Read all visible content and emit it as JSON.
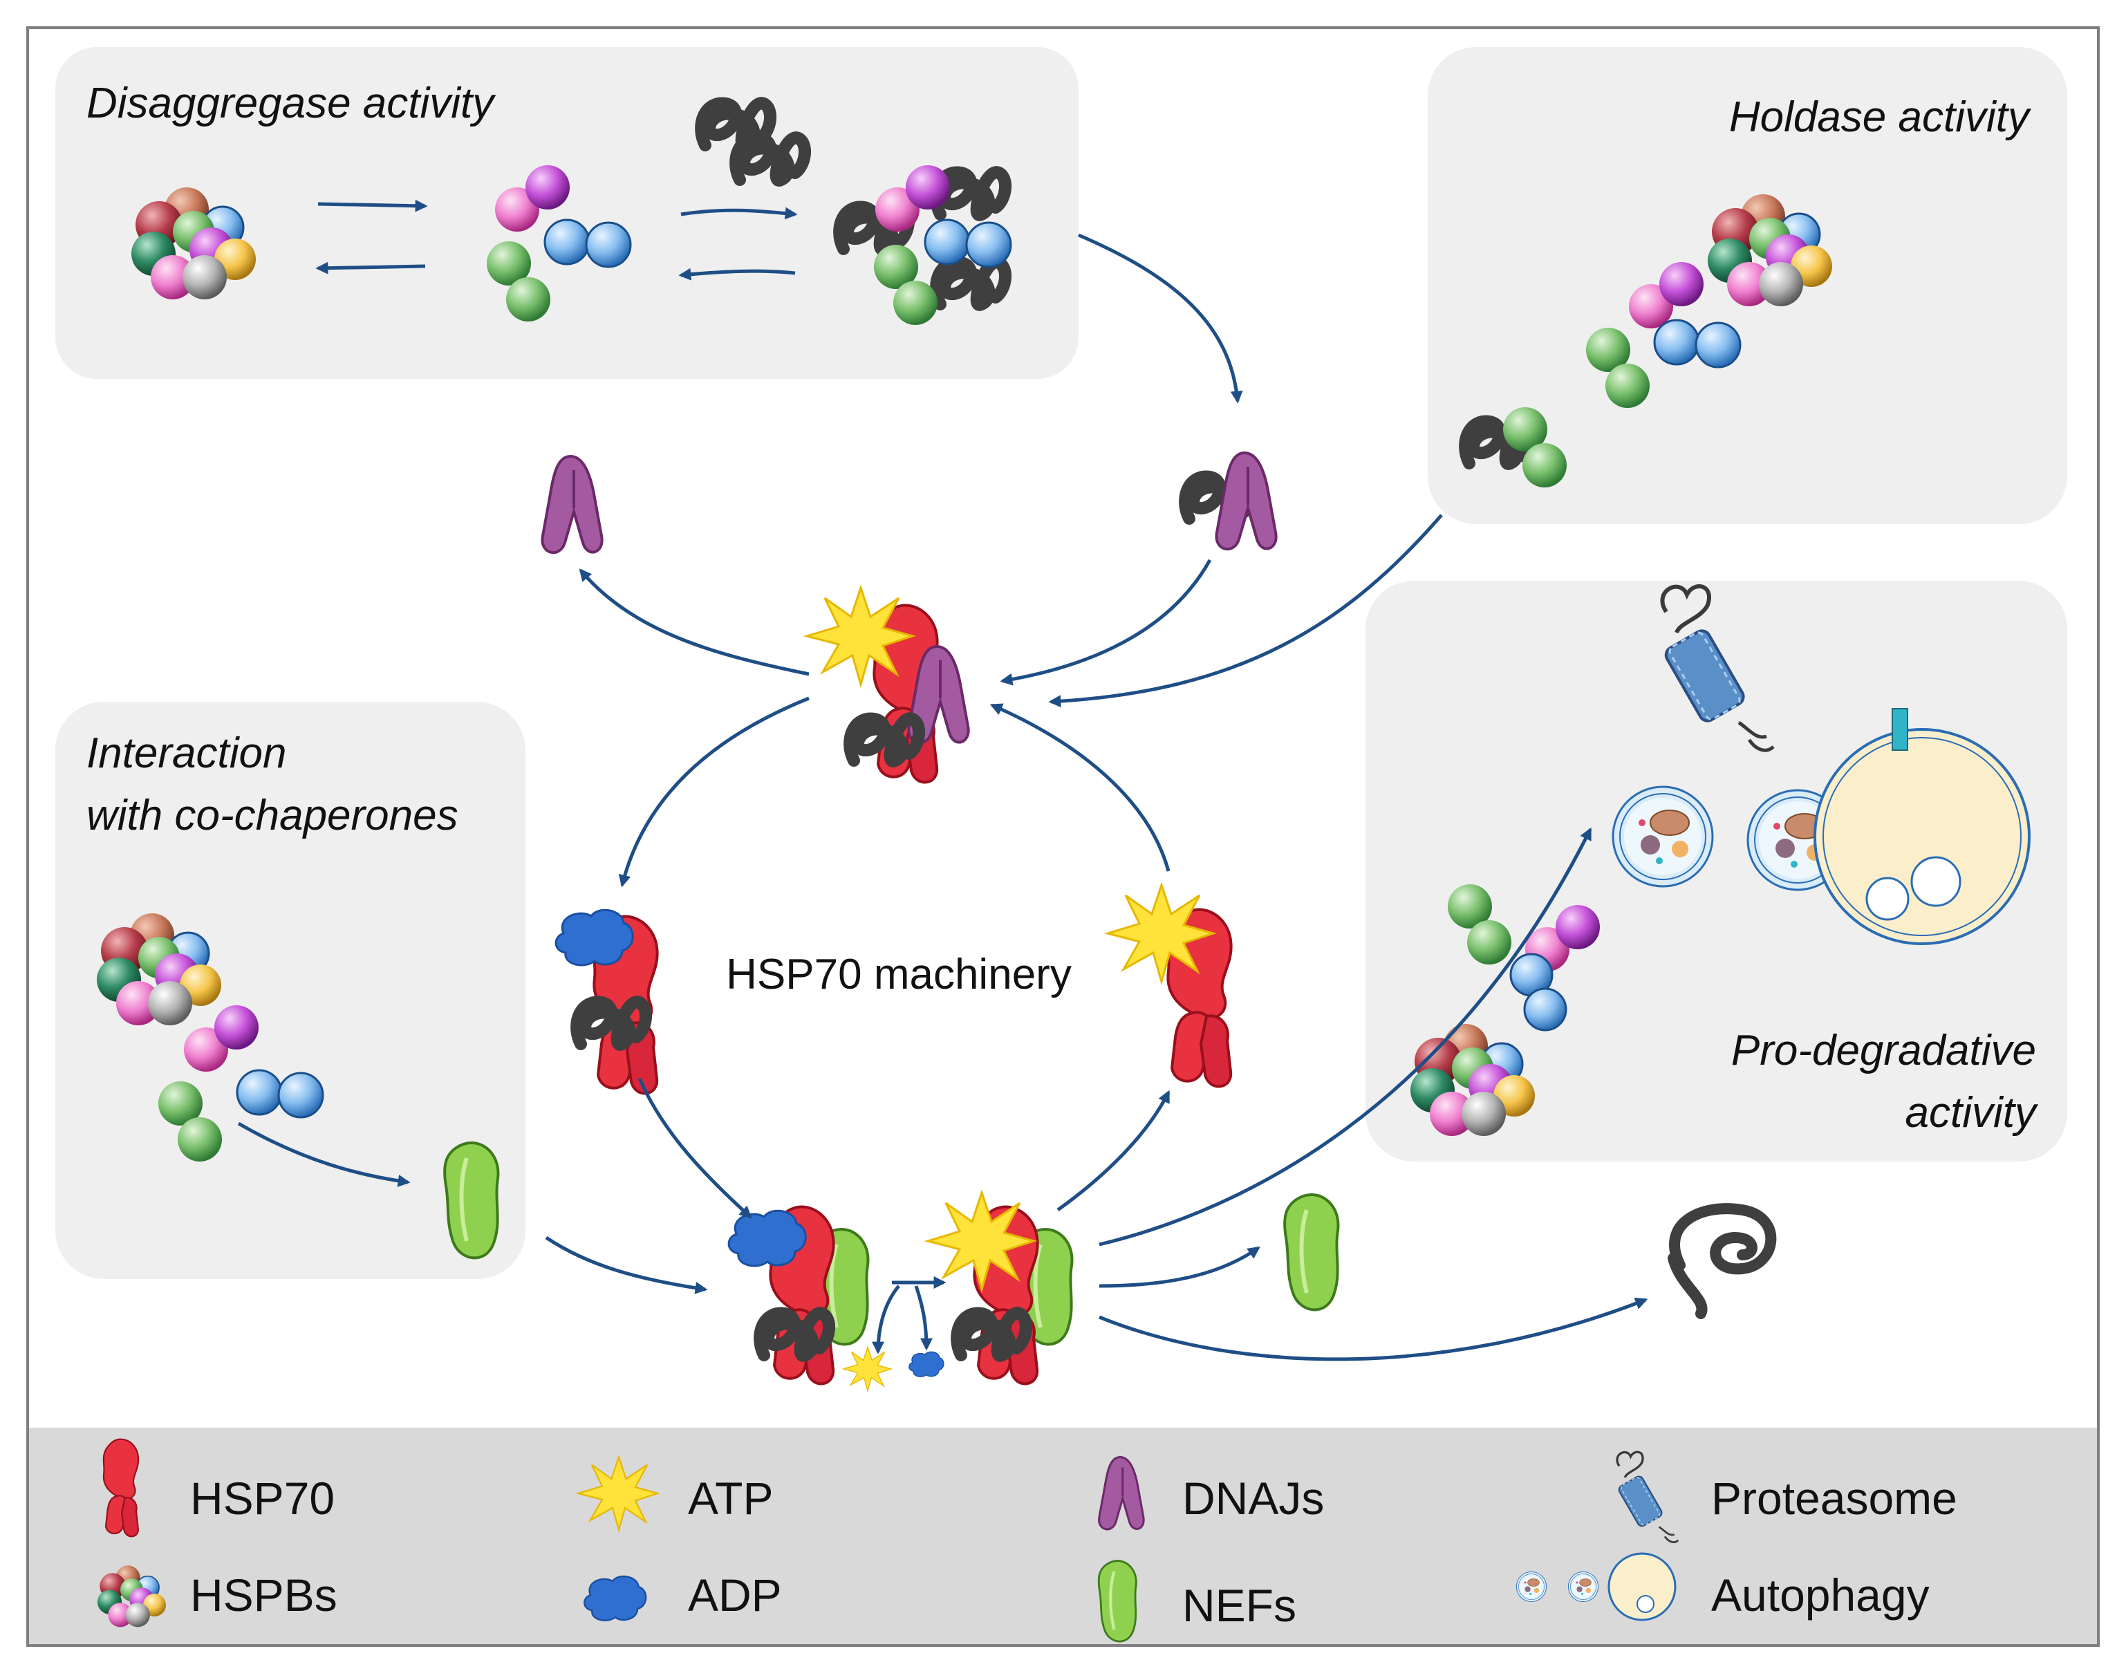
{
  "panels": {
    "disaggregase": "Disaggregase activity",
    "holdase": "Holdase activity",
    "cochaperones_line1": "Interaction",
    "cochaperones_line2": "with co-chaperones",
    "prodegradative_line1": "Pro-degradative",
    "prodegradative_line2": "activity"
  },
  "center_label": "HSP70 machinery",
  "legend": {
    "hsp70": "HSP70",
    "hspbs": "HSPBs",
    "atp": "ATP",
    "adp": "ADP",
    "dnajs": "DNAJs",
    "nefs": "NEFs",
    "proteasome": "Proteasome",
    "autophagy": "Autophagy"
  },
  "colors": {
    "arrow": "#1f4e86",
    "panel_fill": "#efefef",
    "legend_fill": "#d9d9d9",
    "hsp70": "#e8323f",
    "atp": "#ffe23a",
    "adp": "#2f6fd0",
    "dnaj": "#a45aa0",
    "nef": "#8fd14f",
    "substrate": "#444444"
  }
}
